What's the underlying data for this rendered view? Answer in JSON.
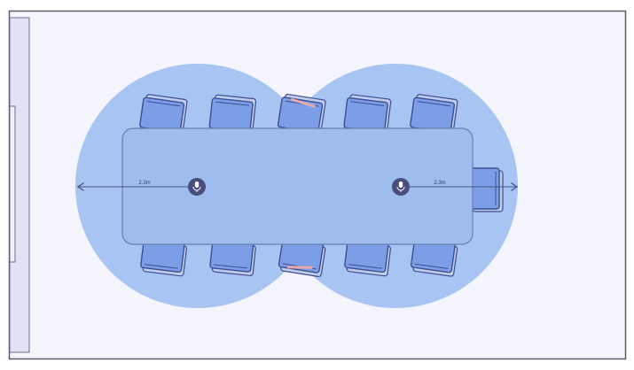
{
  "labels": {
    "left_distance": "2.3m",
    "right_distance": "2.3m"
  },
  "colors": {
    "room_fill": "#f4f4fc",
    "room_stroke": "#5a5a6a",
    "wall_panel_fill": "#e1e3f5",
    "coverage_fill": "#a8c4f2",
    "table_fill": "#9ebcee",
    "table_stroke": "#6a7fb0",
    "chair_fill": "#7b9ee6",
    "chair_stroke": "#3d4e93",
    "chair_shadow": "#c0cdea",
    "mic_fill": "#4a4e7d",
    "arrow_stroke": "#4a5588",
    "highlight": "#e8a7ad"
  },
  "icons": {
    "microphone": "microphone-icon",
    "arrow": "double-arrow"
  }
}
